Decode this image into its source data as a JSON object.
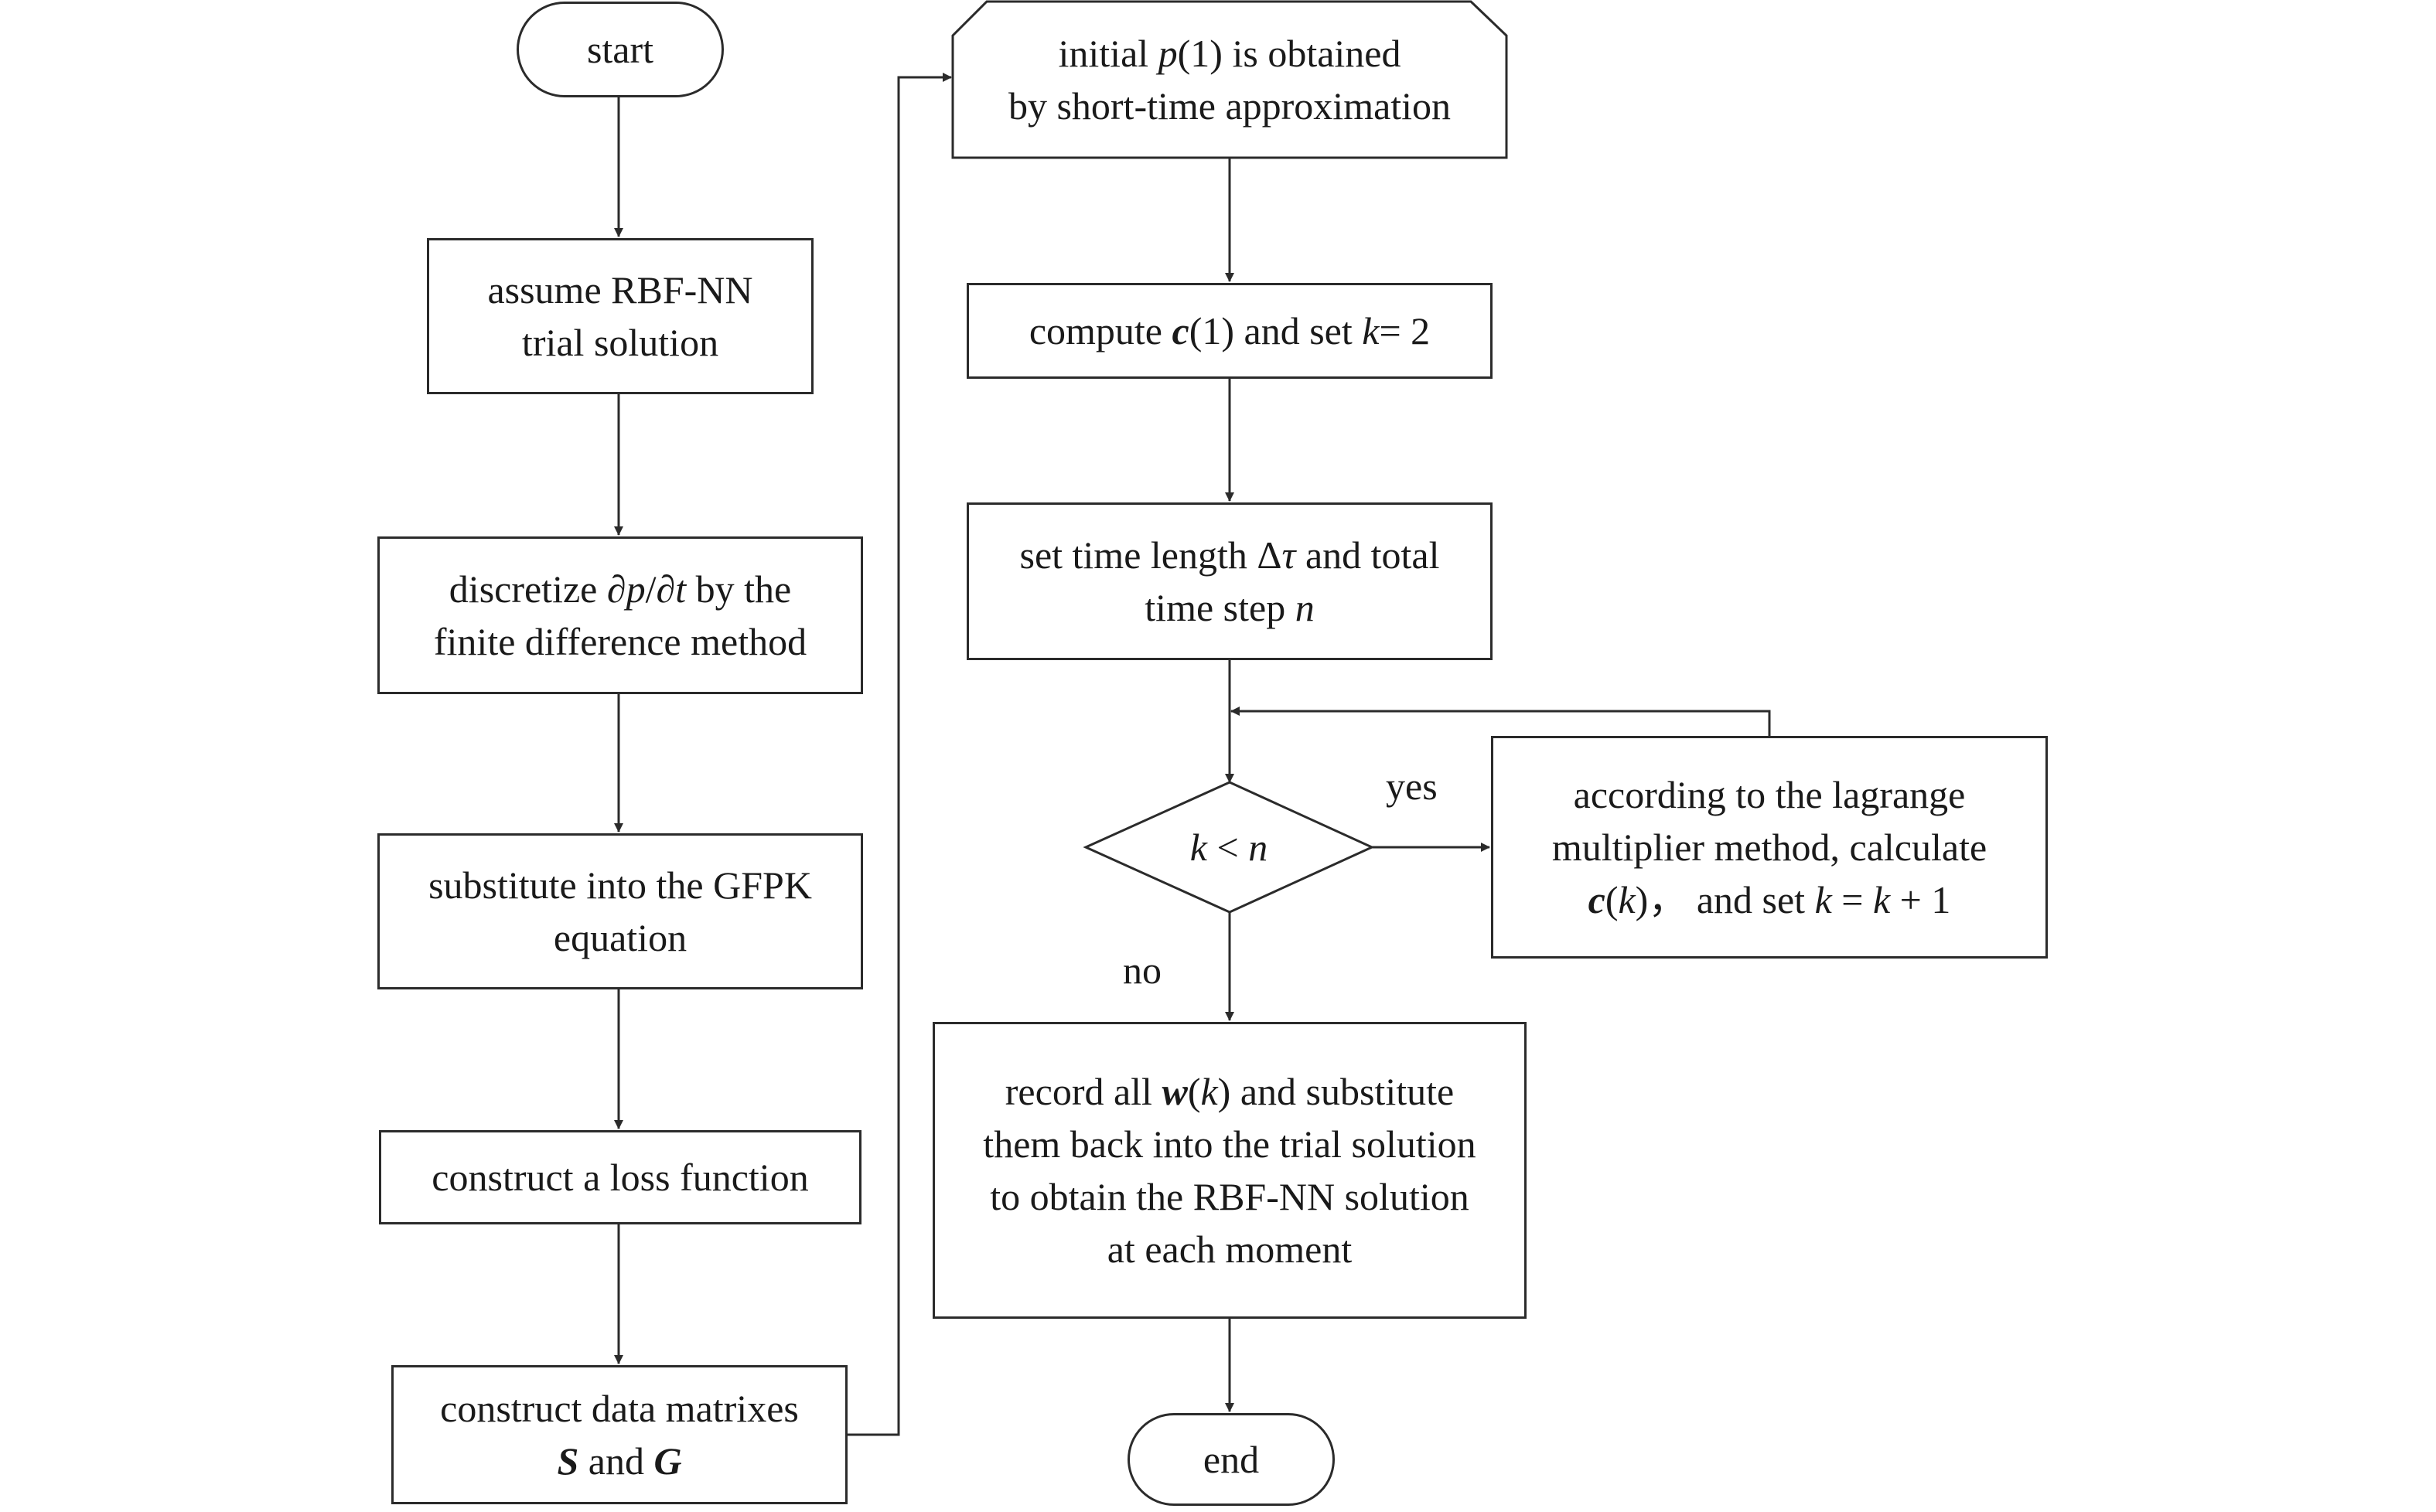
{
  "nodes": {
    "start": "start",
    "assume": {
      "line1": "assume RBF-NN",
      "line2": "trial solution"
    },
    "discretize": {
      "pre": "discretize ",
      "sym_dp": "∂p",
      "slash": "/",
      "sym_dt": "∂t",
      "post": " by the",
      "line2": "finite difference method"
    },
    "substitute": {
      "line1": "substitute into the GFPK",
      "line2": "equation"
    },
    "loss": "construct a loss function",
    "matrices": {
      "line1": "construct data matrixes",
      "S": "S",
      "and": " and ",
      "G": "G"
    },
    "initial": {
      "pre": "initial ",
      "p": "p",
      "arg": "(1)",
      "post": " is obtained",
      "line2": "by short-time approximation"
    },
    "compute": {
      "pre": "compute ",
      "c": "c",
      "arg": "(1)",
      "mid": " and set ",
      "k": "k",
      "post": "= 2"
    },
    "settime": {
      "pre": "set time length Δ",
      "tau": "τ",
      "post": " and total",
      "line2pre": "time step ",
      "n": "n"
    },
    "decision": {
      "k": "k",
      "op": " < ",
      "n": "n"
    },
    "lagrange": {
      "line1": "according to the lagrange",
      "line2": "multiplier method, calculate",
      "c": "c",
      "open": "(",
      "k1": "k",
      "close": ")",
      "comma": "，",
      "mid": " and set ",
      "k2": "k",
      "eq": " = ",
      "k3": "k",
      "post": " + 1"
    },
    "record": {
      "pre": "record all ",
      "w": "w",
      "open": "(",
      "k": "k",
      "close": ")",
      "post": " and substitute",
      "line2": "them back into the trial solution",
      "line3": "to obtain the RBF-NN solution",
      "line4": "at each moment"
    },
    "end": "end"
  },
  "labels": {
    "yes": "yes",
    "no": "no"
  },
  "colors": {
    "stroke": "#2b2b2b",
    "text": "#1a1a1a",
    "background": "#ffffff"
  }
}
